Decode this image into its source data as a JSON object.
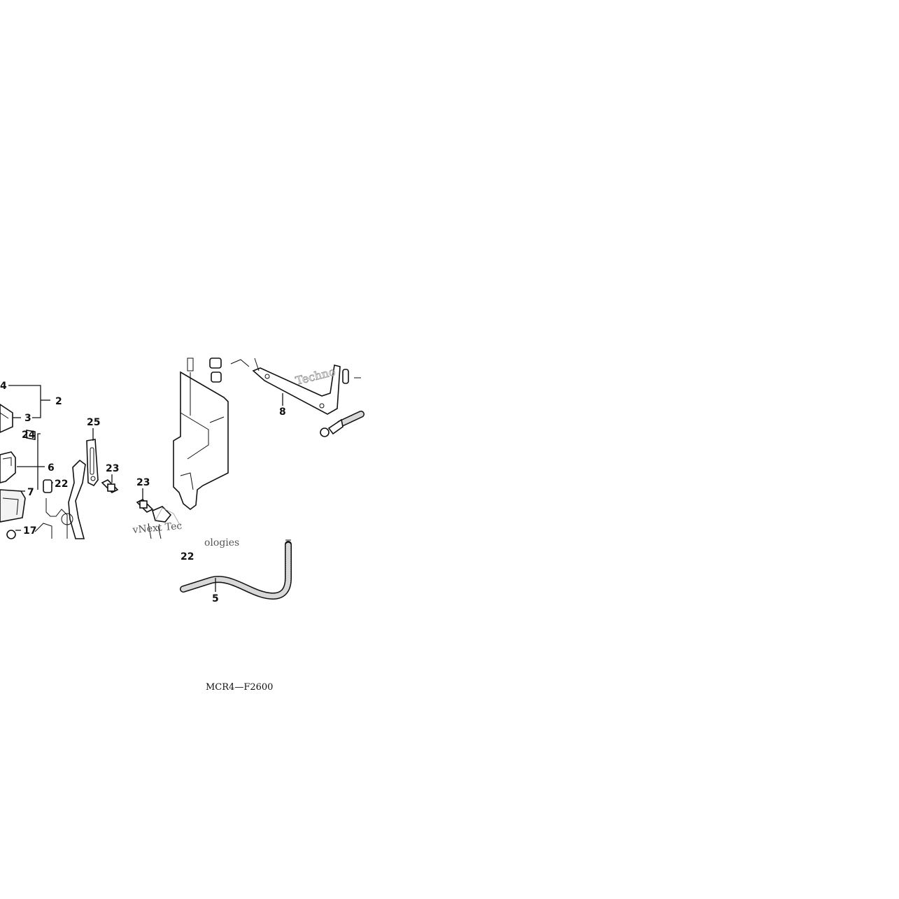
{
  "diagram": {
    "code": "MCR4—F2600",
    "watermarks": [
      "Techno",
      "vNext Tec",
      "ologies"
    ],
    "callouts": [
      {
        "id": "c4",
        "text": "4"
      },
      {
        "id": "c2",
        "text": "2"
      },
      {
        "id": "c3",
        "text": "3"
      },
      {
        "id": "c24",
        "text": "24"
      },
      {
        "id": "c6",
        "text": "6"
      },
      {
        "id": "c7",
        "text": "7"
      },
      {
        "id": "c17",
        "text": "17"
      },
      {
        "id": "c22a",
        "text": "22"
      },
      {
        "id": "c25",
        "text": "25"
      },
      {
        "id": "c23a",
        "text": "23"
      },
      {
        "id": "c23b",
        "text": "23"
      },
      {
        "id": "c8",
        "text": "8"
      },
      {
        "id": "c22b",
        "text": "22"
      },
      {
        "id": "c5",
        "text": "5"
      }
    ]
  }
}
